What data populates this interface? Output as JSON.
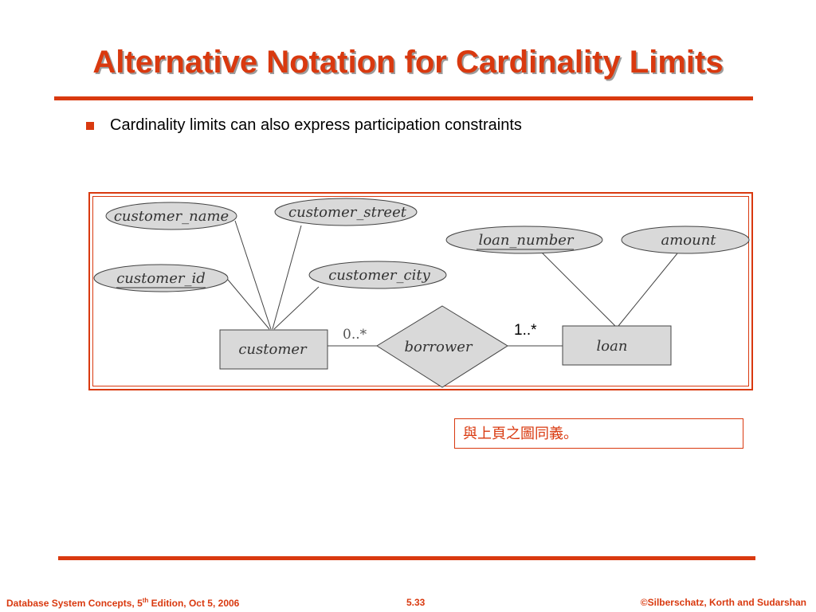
{
  "slide": {
    "title": "Alternative Notation for Cardinality Limits",
    "bullet": "Cardinality limits can also express participation constraints",
    "note": "與上頁之圖同義。"
  },
  "diagram": {
    "attributes": {
      "customer_name": "customer_name",
      "customer_street": "customer_street",
      "customer_id": "customer_id",
      "customer_city": "customer_city",
      "loan_number": "loan_number",
      "amount": "amount"
    },
    "entities": {
      "customer": "customer",
      "loan": "loan"
    },
    "relationship": "borrower",
    "cardinality": {
      "customer_side": "0..*",
      "loan_side": "1..*"
    }
  },
  "footer": {
    "book": "Database System Concepts, 5",
    "edition_sup": "th",
    "edition_rest": " Edition, Oct 5,  2006",
    "page": "5.33",
    "copyright": "©Silberschatz, Korth and Sudarshan"
  },
  "colors": {
    "accent": "#d9390f",
    "shape_fill": "#d9d9d9"
  }
}
